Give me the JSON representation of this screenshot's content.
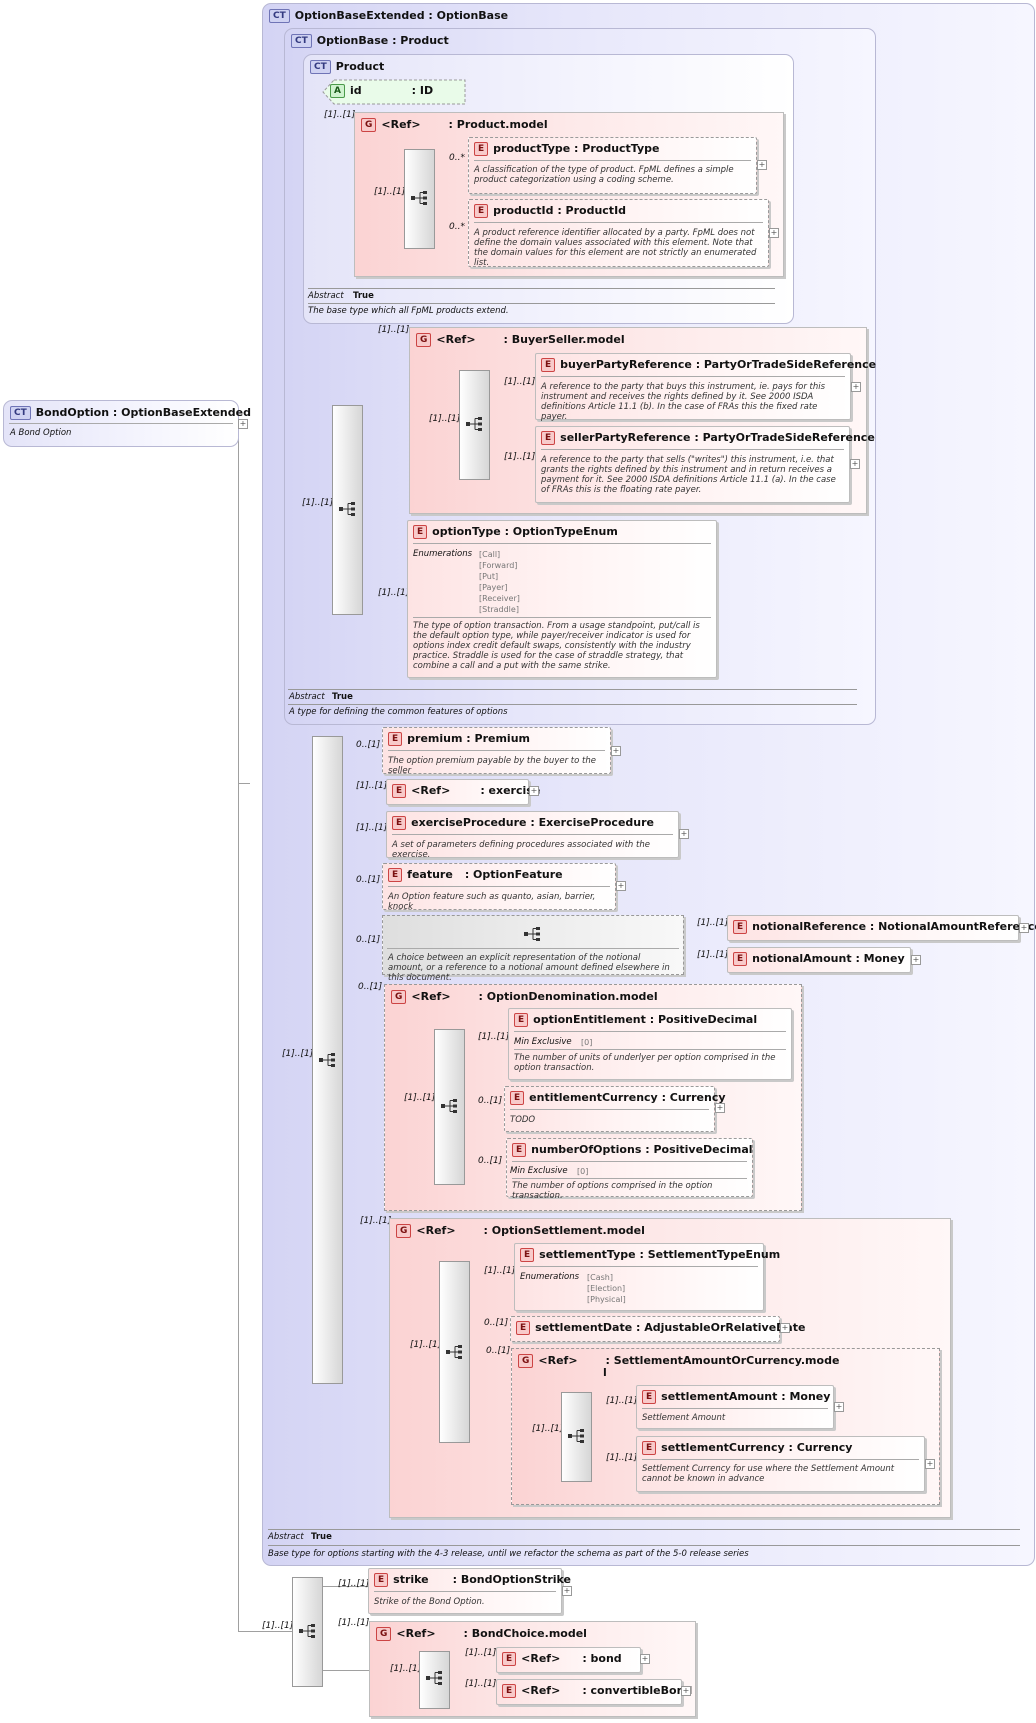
{
  "root": {
    "badge": "CT",
    "name": "BondOption",
    "type": ": OptionBaseExtended",
    "doc": "A Bond Option"
  },
  "ct_extended": {
    "badge": "CT",
    "name": "OptionBaseExtended",
    "type": ": OptionBase",
    "abstract_label": "Abstract",
    "abstract_value": "True",
    "doc": "Base type for options starting with the 4-3 release, until we refactor the schema as part of the 5-0 release series"
  },
  "ct_optionbase": {
    "badge": "CT",
    "name": "OptionBase",
    "type": ": Product",
    "abstract_label": "Abstract",
    "abstract_value": "True",
    "doc": "A type for defining the common features of options"
  },
  "ct_product": {
    "badge": "CT",
    "name": "Product",
    "abstract_label": "Abstract",
    "abstract_value": "True",
    "doc": "The base type which all FpML products extend."
  },
  "attr_id": {
    "badge": "A",
    "name": "id",
    "type": ": ID"
  },
  "product_model": {
    "badge": "G",
    "name": "<Ref>",
    "type": ": Product.model",
    "card": "[1]..[1]",
    "seq_card": "[1]..[1]"
  },
  "productType": {
    "badge": "E",
    "name": "productType",
    "type": ": ProductType",
    "card": "0..*",
    "doc": "A classification of the type of product. FpML defines a simple product categorization using a coding scheme."
  },
  "productId": {
    "badge": "E",
    "name": "productId",
    "type": ": ProductId",
    "card": "0..*",
    "doc": "A product reference identifier allocated by a party. FpML does not define the domain values associated with this element. Note that the domain values for this element are not strictly an enumerated list."
  },
  "buyerseller_model": {
    "badge": "G",
    "name": "<Ref>",
    "type": ": BuyerSeller.model",
    "card": "[1]..[1]",
    "seq_card": "[1]..[1]"
  },
  "buyerPartyReference": {
    "badge": "E",
    "name": "buyerPartyReference",
    "type": ": PartyOrTradeSideReference",
    "card": "[1]..[1]",
    "doc": "A reference to the party that buys this instrument, ie. pays for this instrument and receives the rights defined by it. See 2000 ISDA definitions Article 11.1 (b). In the case of FRAs this the fixed rate payer."
  },
  "sellerPartyReference": {
    "badge": "E",
    "name": "sellerPartyReference",
    "type": ": PartyOrTradeSideReference",
    "card": "[1]..[1]",
    "doc": "A reference to the party that sells (\"writes\") this instrument, i.e. that grants the rights defined by this instrument and in return receives a payment for it. See 2000 ISDA definitions Article 11.1 (a). In the case of FRAs this is the floating rate payer."
  },
  "optionbase_seq_card": "[1]..[1]",
  "optionType": {
    "badge": "E",
    "name": "optionType",
    "type": ": OptionTypeEnum",
    "card": "[1]..[1]",
    "enum_label": "Enumerations",
    "enums": [
      "[Call]",
      "[Forward]",
      "[Put]",
      "[Payer]",
      "[Receiver]",
      "[Straddle]"
    ],
    "doc": "The type of option transaction. From a usage standpoint, put/call is the default option type, while payer/receiver indicator is used for options index credit default swaps, consistently with the industry practice. Straddle is used for the case of straddle strategy, that combine a call and a put with the same strike."
  },
  "extended_seq_card": "[1]..[1]",
  "premium": {
    "badge": "E",
    "name": "premium",
    "type": ": Premium",
    "card": "0..[1]",
    "doc": "The option premium payable by the buyer to the seller"
  },
  "exercise": {
    "badge": "E",
    "name": "<Ref>",
    "type": ": exercise",
    "card": "[1]..[1]"
  },
  "exerciseProcedure": {
    "badge": "E",
    "name": "exerciseProcedure",
    "type": ": ExerciseProcedure",
    "card": "[1]..[1]",
    "doc": "A set of parameters defining procedures associated with the exercise."
  },
  "feature": {
    "badge": "E",
    "name": "feature",
    "type": ": OptionFeature",
    "card": "0..[1]",
    "doc": "An Option feature such as quanto, asian, barrier, knock"
  },
  "notional_choice": {
    "card": "0..[1]",
    "doc": "A choice between an explicit representation of the notional amount, or a reference to a notional amount defined elsewhere in this document."
  },
  "notionalReference": {
    "badge": "E",
    "name": "notionalReference",
    "type": ": NotionalAmountReference",
    "card": "[1]..[1]"
  },
  "notionalAmount": {
    "badge": "E",
    "name": "notionalAmount",
    "type": ": Money",
    "card": "[1]..[1]"
  },
  "denomination_model": {
    "badge": "G",
    "name": "<Ref>",
    "type": ": OptionDenomination.model",
    "card": "0..[1]",
    "seq_card": "[1]..[1]"
  },
  "optionEntitlement": {
    "badge": "E",
    "name": "optionEntitlement",
    "type": ": PositiveDecimal",
    "card": "[1]..[1]",
    "min_label": "Min Exclusive",
    "min_value": "[0]",
    "doc": "The number of units of underlyer per option comprised in the option transaction."
  },
  "entitlementCurrency": {
    "badge": "E",
    "name": "entitlementCurrency",
    "type": ": Currency",
    "card": "0..[1]",
    "doc": "TODO"
  },
  "numberOfOptions": {
    "badge": "E",
    "name": "numberOfOptions",
    "type": ": PositiveDecimal",
    "card": "0..[1]",
    "min_label": "Min Exclusive",
    "min_value": "[0]",
    "doc": "The number of options comprised in the option transaction."
  },
  "settlement_model": {
    "badge": "G",
    "name": "<Ref>",
    "type": ": OptionSettlement.model",
    "card": "[1]..[1]",
    "seq_card": "[1]..[1]"
  },
  "settlementType": {
    "badge": "E",
    "name": "settlementType",
    "type": ": SettlementTypeEnum",
    "card": "[1]..[1]",
    "enum_label": "Enumerations",
    "enums": [
      "[Cash]",
      "[Election]",
      "[Physical]"
    ]
  },
  "settlementDate": {
    "badge": "E",
    "name": "settlementDate",
    "type": ": AdjustableOrRelativeDate",
    "card": "0..[1]"
  },
  "amountorcurrency_model": {
    "badge": "G",
    "name": "<Ref>",
    "type": ": SettlementAmountOrCurrency.mode",
    "type2": "l",
    "card": "0..[1]",
    "seq_card": "[1]..[1]"
  },
  "settlementAmount": {
    "badge": "E",
    "name": "settlementAmount",
    "type": ": Money",
    "card": "[1]..[1]",
    "doc": "Settlement Amount"
  },
  "settlementCurrency": {
    "badge": "E",
    "name": "settlementCurrency",
    "type": ": Currency",
    "card": "[1]..[1]",
    "doc": "Settlement Currency for use where the Settlement Amount cannot be known in advance"
  },
  "root_seq_card": "[1]..[1]",
  "strike": {
    "badge": "E",
    "name": "strike",
    "type": ": BondOptionStrike",
    "card": "[1]..[1]",
    "doc": "Strike of the Bond Option."
  },
  "bondchoice_model": {
    "badge": "G",
    "name": "<Ref>",
    "type": ": BondChoice.model",
    "card": "[1]..[1]",
    "choice_card": "[1]..[1]"
  },
  "bond": {
    "badge": "E",
    "name": "<Ref>",
    "type": ": bond",
    "card": "[1]..[1]"
  },
  "convertibleBond": {
    "badge": "E",
    "name": "<Ref>",
    "type": ": convertibleBond",
    "card": "[1]..[1]"
  },
  "plus_sign": "+",
  "colors": {
    "ct_fill": "#dcdcf6",
    "element_fill": "#fde3e3",
    "attr_fill": "#dff8df"
  }
}
